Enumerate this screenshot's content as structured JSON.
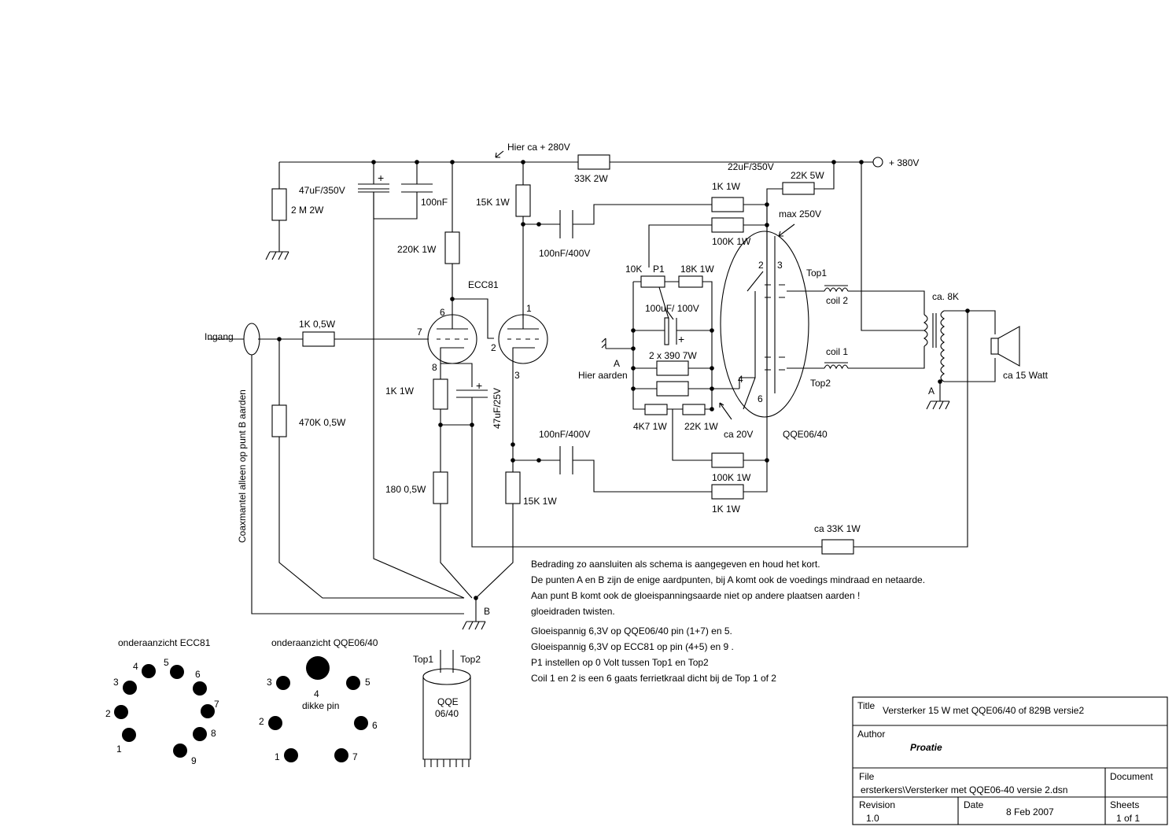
{
  "labels": {
    "hier_ca_280v": "Hier ca + 280V",
    "plus_380v": "+ 380V",
    "r_33k_2w": "33K 2W",
    "c_22uf_350v": "22uF/350V",
    "r_22k_5w": "22K 5W",
    "max_250v": "max 250V",
    "c_47uf_350v": "47uF/350V",
    "c_100nf": "100nF",
    "r_2m_2w": "2 M 2W",
    "r_15k_1w_top": "15K 1W",
    "r_220k_1w": "220K 1W",
    "c_100nf_400v_top": "100nF/400V",
    "r_1k_1w_top": "1K 1W",
    "r_100k_1w_top": "100K 1W",
    "r_10k": "10K",
    "p1": "P1",
    "r_18k_1w": "18K 1W",
    "c_100uf_100v": "100uF/ 100V",
    "r_2x390_7w": "2 x 390 7W",
    "point_a_left": "A",
    "hier_aarden": "Hier aarden",
    "r_4k7_1w": "4K7 1W",
    "r_22k_1w": "22K 1W",
    "ca_20v": "ca 20V",
    "qqe_label": "QQE06/40",
    "ecc81_label": "ECC81",
    "ingang": "Ingang",
    "r_1k_05w": "1K 0,5W",
    "r_470k_05w": "470K 0,5W",
    "coax_note": "Coaxmantel alleen op punt B aarden",
    "r_1k_1w_cath": "1K 1W",
    "c_47uf_25v": "47uF/25V",
    "r_180_05w": "180 0,5W",
    "c_100nf_400v_bot": "100nF/400V",
    "r_15k_1w_bot": "15K 1W",
    "r_100k_1w_bot": "100K 1W",
    "r_1k_1w_bot": "1K 1W",
    "r_ca_33k_1w": "ca 33K 1W",
    "top1": "Top1",
    "top2": "Top2",
    "coil2": "coil 2",
    "coil1": "coil 1",
    "ca_8k": "ca. 8K",
    "speaker": "ca 15 Watt",
    "point_a_right": "A",
    "point_b": "B",
    "pin_ecc_6": "6",
    "pin_ecc_7": "7",
    "pin_ecc_8": "8",
    "pin_ecc_1": "1",
    "pin_ecc_2": "2",
    "pin_ecc_3": "3",
    "pin_qqe_2": "2",
    "pin_qqe_3": "3",
    "pin_qqe_4": "4",
    "pin_qqe_6": "6"
  },
  "notes": [
    "Bedrading zo aansluiten als schema is aangegeven en houd het kort.",
    "De punten A en B zijn de enige aardpunten, bij A komt ook de voedings mindraad en netaarde.",
    "Aan punt B komt ook de gloeispanningsaarde niet op andere plaatsen aarden !",
    "gloeidraden twisten.",
    "Gloeispannig 6,3V op QQE06/40 pin (1+7) en 5.",
    "Gloeispannig 6,3V op ECC81 op pin (4+5) en 9 .",
    "P1 instellen op 0 Volt tussen Top1 en Top2",
    "Coil 1 en 2 is een 6 gaats ferrietkraal dicht bij de Top 1 of 2"
  ],
  "ecc81_view": {
    "title": "onderaanzicht ECC81",
    "pins": [
      "1",
      "2",
      "3",
      "4",
      "5",
      "6",
      "7",
      "8",
      "9"
    ]
  },
  "qqe_view": {
    "title": "onderaanzicht QQE06/40",
    "pins": [
      "1",
      "2",
      "3",
      "4",
      "5",
      "6",
      "7"
    ],
    "thick_pin_label": "dikke pin"
  },
  "tube_drawing": {
    "top1": "Top1",
    "top2": "Top2",
    "name_line1": "QQE",
    "name_line2": "06/40"
  },
  "title_block": {
    "title_label": "Title",
    "title_value": "Versterker 15 W met QQE06/40 of 829B versie2",
    "author_label": "Author",
    "author_value": "Proatie",
    "file_label": "File",
    "file_value": "ersterkers\\Versterker met QQE06-40 versie 2.dsn",
    "document_label": "Document",
    "revision_label": "Revision",
    "revision_value": "1.0",
    "date_label": "Date",
    "date_value": "8 Feb 2007",
    "sheets_label": "Sheets",
    "sheets_value": "1 of 1"
  }
}
